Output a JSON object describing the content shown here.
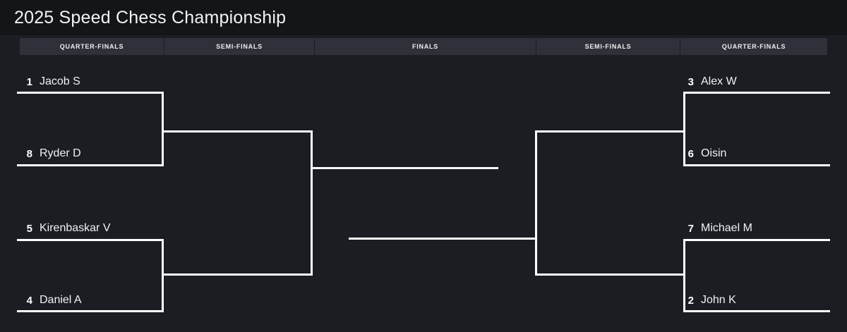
{
  "header": {
    "title": "2025 Speed Chess Championship"
  },
  "rounds": [
    {
      "label": "QUARTER-FINALS"
    },
    {
      "label": "SEMI-FINALS"
    },
    {
      "label": "FINALS"
    },
    {
      "label": "SEMI-FINALS"
    },
    {
      "label": "QUARTER-FINALS"
    }
  ],
  "bracket": {
    "left": {
      "quarterfinals": [
        {
          "seed": "1",
          "name": "Jacob S"
        },
        {
          "seed": "8",
          "name": "Ryder D"
        },
        {
          "seed": "5",
          "name": "Kirenbaskar V"
        },
        {
          "seed": "4",
          "name": "Daniel A"
        }
      ]
    },
    "right": {
      "quarterfinals": [
        {
          "seed": "3",
          "name": "Alex W"
        },
        {
          "seed": "6",
          "name": "Oisin"
        },
        {
          "seed": "7",
          "name": "Michael M"
        },
        {
          "seed": "2",
          "name": "John K"
        }
      ]
    }
  },
  "colors": {
    "page_background": "#1b1d23",
    "titlebar_background": "#141519",
    "round_header_background": "#2e3139",
    "line": "#ffffff",
    "text": "#f0f1f3"
  }
}
